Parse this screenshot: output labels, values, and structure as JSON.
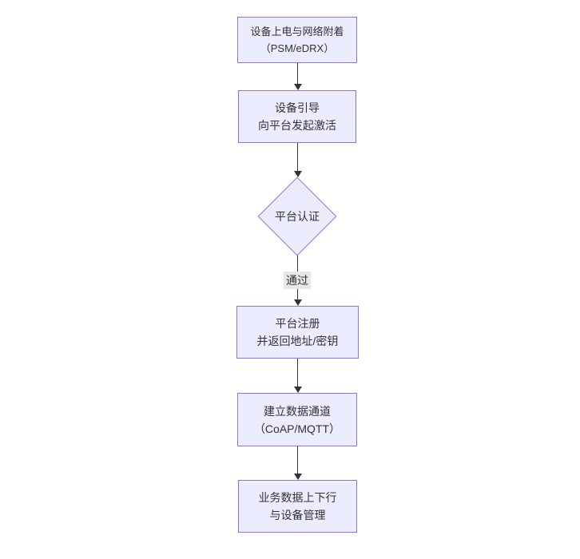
{
  "theme": {
    "canvas_bg": "#ffffff",
    "node_fill": "#ECECFF",
    "node_border": "#9370DB",
    "text_color": "#333333",
    "line_color": "#333333",
    "edge_label_bg": "#e8e8e8"
  },
  "flowchart": {
    "direction": "top-down",
    "nodes": [
      {
        "id": "power",
        "type": "rect",
        "line1": "设备上电与网络附着",
        "line2": "（PSM/eDRX）"
      },
      {
        "id": "boot",
        "type": "rect",
        "line1": "设备引导",
        "line2": "向平台发起激活"
      },
      {
        "id": "auth",
        "type": "diamond",
        "line1": "平台认证",
        "line2": ""
      },
      {
        "id": "register",
        "type": "rect",
        "line1": "平台注册",
        "line2": "并返回地址/密钥"
      },
      {
        "id": "channel",
        "type": "rect",
        "line1": "建立数据通道",
        "line2": "（CoAP/MQTT）"
      },
      {
        "id": "business",
        "type": "rect",
        "line1": "业务数据上下行",
        "line2": "与设备管理"
      }
    ],
    "edges": [
      {
        "from": "power",
        "to": "boot",
        "label": ""
      },
      {
        "from": "boot",
        "to": "auth",
        "label": ""
      },
      {
        "from": "auth",
        "to": "register",
        "label": "通过"
      },
      {
        "from": "register",
        "to": "channel",
        "label": ""
      },
      {
        "from": "channel",
        "to": "business",
        "label": ""
      }
    ]
  }
}
